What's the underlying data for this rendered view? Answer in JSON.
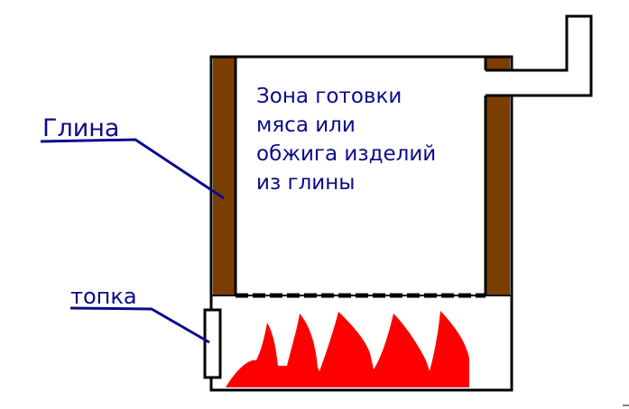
{
  "labels": {
    "clay": "Глина",
    "firebox": "топка"
  },
  "zone_text": {
    "lines": [
      "Зона готовки",
      "мяса или",
      "обжига изделий",
      "из глины"
    ]
  },
  "colors": {
    "clay": "#7a3e00",
    "fire": "#ff0000",
    "label_text": "#0b0b8a",
    "leader": "#0b0b8a",
    "outline": "#000000"
  }
}
